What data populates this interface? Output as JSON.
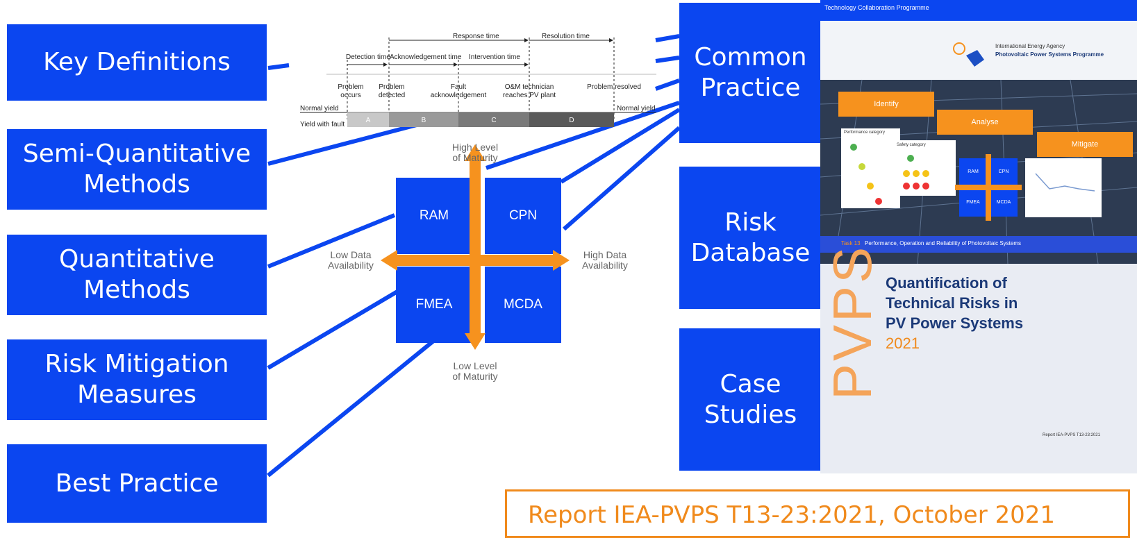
{
  "left_boxes": [
    {
      "label": "Key Definitions"
    },
    {
      "label": "Semi-Quantitative\nMethods"
    },
    {
      "label": "Quantitative\nMethods"
    },
    {
      "label": "Risk Mitigation\nMeasures"
    },
    {
      "label": "Best Practice"
    }
  ],
  "right_boxes": [
    {
      "label": "Common\nPractice"
    },
    {
      "label": "Risk\nDatabase"
    },
    {
      "label": "Case\nStudies"
    }
  ],
  "timeline": {
    "response_time": "Response time",
    "resolution_time": "Resolution time",
    "detection_time": "Detection time",
    "acknowledgement_time": "Acknowledgement time",
    "intervention_time": "Intervention time",
    "event_problem_occurs_1": "Problem",
    "event_problem_occurs_2": "occurs",
    "event_problem_detected_1": "Problem",
    "event_problem_detected_2": "detected",
    "event_fault_ack_1": "Fault",
    "event_fault_ack_2": "acknowledgement",
    "event_technician_1": "O&M technician",
    "event_technician_2": "reaches PV plant",
    "event_problem_resolved": "Problem resolved",
    "normal_yield_left": "Normal yield",
    "normal_yield_right": "Normal yield",
    "yield_with_fault": "Yield with fault",
    "segments": [
      "A",
      "B",
      "C",
      "D"
    ]
  },
  "matrix": {
    "cells": [
      "RAM",
      "CPN",
      "FMEA",
      "MCDA"
    ],
    "top_label_1": "High Level",
    "top_label_2": "of Maturity",
    "bottom_label_1": "Low Level",
    "bottom_label_2": "of Maturity",
    "left_label_1": "Low Data",
    "left_label_2": "Availability",
    "right_label_1": "High Data",
    "right_label_2": "Availability"
  },
  "cover": {
    "programme": "Technology Collaboration Programme",
    "agency": "International Energy Agency",
    "agency_programme": "Photovoltaic Power Systems Programme",
    "step_identify": "Identify",
    "step_analyse": "Analyse",
    "step_mitigate": "Mitigate",
    "perf_category": "Performance category",
    "safety_category": "Safety category",
    "mini_cells": [
      "RAM",
      "CPN",
      "FMEA",
      "MCDA"
    ],
    "task_prefix": "Task 13",
    "task_text": "Performance, Operation and Reliability of Photovoltaic Systems",
    "brand": "PVPS",
    "title_line1": "Quantification of",
    "title_line2": "Technical Risks in",
    "title_line3": "PV Power Systems",
    "year": "2021",
    "report_small": "Report IEA-PVPS T13-23:2021"
  },
  "report_caption": "Report IEA-PVPS T13-23:2021, October 2021",
  "colors": {
    "box_blue": "#0b46f0",
    "arrow_orange": "#f6921e",
    "report_orange": "#f08a1c"
  }
}
